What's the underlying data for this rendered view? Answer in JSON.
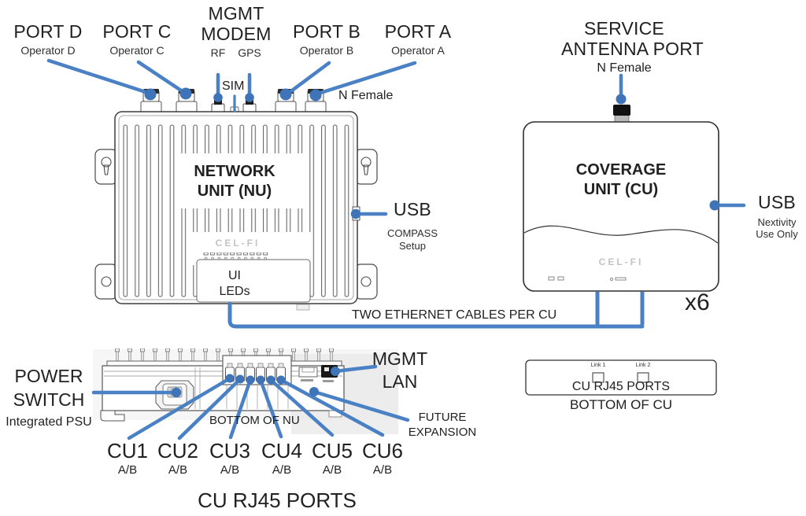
{
  "nu": {
    "port_d": {
      "title": "PORT D",
      "sub": "Operator D"
    },
    "port_c": {
      "title": "PORT C",
      "sub": "Operator C"
    },
    "mgmt_modem": {
      "line1": "MGMT",
      "line2": "MODEM",
      "rf_label": "RF",
      "gps_label": "GPS",
      "sim_label": "SIM"
    },
    "port_b": {
      "title": "PORT B",
      "sub": "Operator B"
    },
    "port_a": {
      "title": "PORT A",
      "sub": "Operator A"
    },
    "n_female": "N Female",
    "name_line1": "NETWORK",
    "name_line2": "UNIT (NU)",
    "brand": "CEL-FI",
    "ui_leds_line1": "UI",
    "ui_leds_line2": "LEDs",
    "usb": {
      "title": "USB",
      "sub1": "COMPASS",
      "sub2": "Setup"
    }
  },
  "cu": {
    "antenna": {
      "line1": "SERVICE",
      "line2": "ANTENNA PORT",
      "sub": "N Female"
    },
    "name_line1": "COVERAGE",
    "name_line2": "UNIT (CU)",
    "brand": "CEL-FI",
    "usb": {
      "title": "USB",
      "sub1": "Nextivity",
      "sub2": "Use Only"
    },
    "multiplier": "x6"
  },
  "connection_label": "TWO ETHERNET CABLES PER CU",
  "nu_bottom": {
    "power": {
      "line1": "POWER",
      "line2": "SWITCH",
      "sub": "Integrated PSU"
    },
    "caption": "BOTTOM OF NU",
    "mgmt_lan": {
      "line1": "MGMT",
      "line2": "LAN"
    },
    "future": {
      "line1": "FUTURE",
      "line2": "EXPANSION"
    },
    "cu_ports": [
      {
        "label": "CU1",
        "sub": "A/B"
      },
      {
        "label": "CU2",
        "sub": "A/B"
      },
      {
        "label": "CU3",
        "sub": "A/B"
      },
      {
        "label": "CU4",
        "sub": "A/B"
      },
      {
        "label": "CU5",
        "sub": "A/B"
      },
      {
        "label": "CU6",
        "sub": "A/B"
      }
    ],
    "title": "CU RJ45 PORTS"
  },
  "cu_bottom": {
    "link1": "Link 1",
    "link2": "Link 2",
    "label": "CU RJ45 PORTS",
    "caption": "BOTTOM OF CU"
  },
  "colors": {
    "callout_blue": "#4a80c4",
    "dot_blue": "#3f74b8",
    "text": "#212121"
  }
}
